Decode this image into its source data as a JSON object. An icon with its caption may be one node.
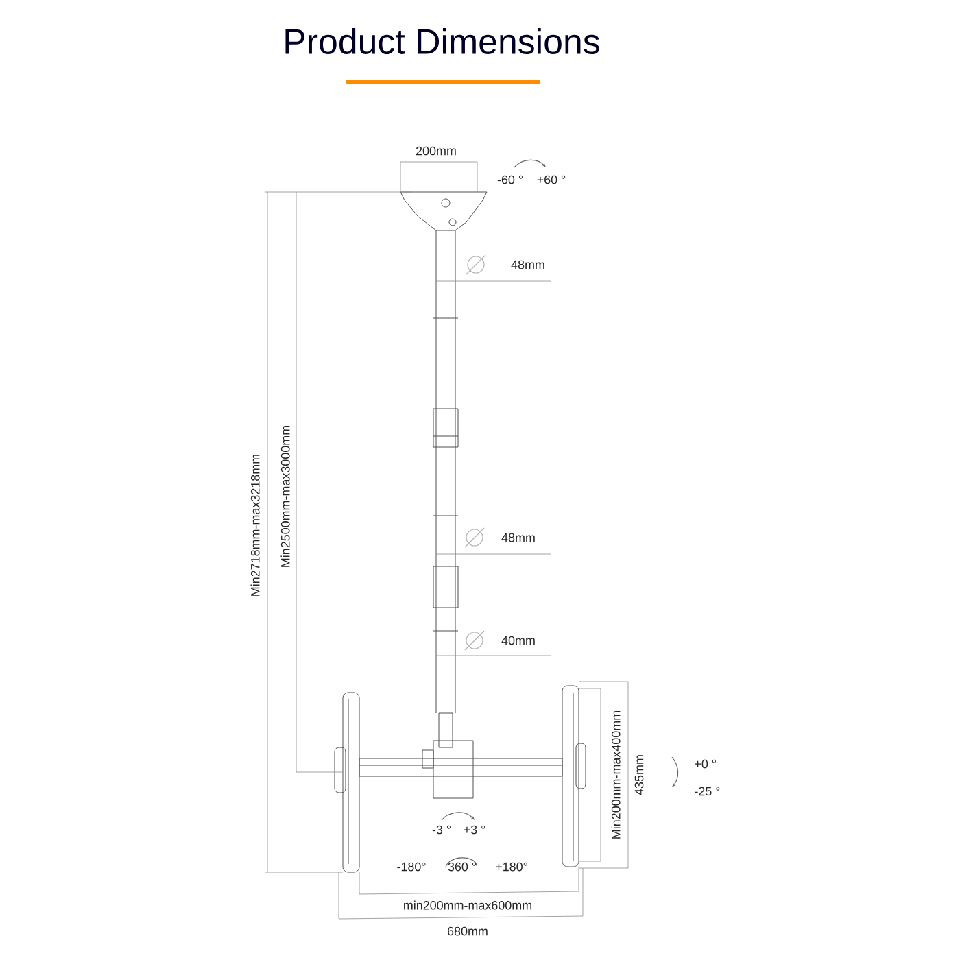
{
  "diagram": {
    "title": "Product Dimensions",
    "labels": [
      "200mm",
      "-60 °",
      "+60 °",
      "48mm",
      "Min2718mm-max3218mm",
      "Min2500mm-max3000mm",
      "48mm",
      "40mm",
      "Min200mm-max400mm",
      "435mm",
      "+0 °",
      "-25 °",
      "-3 °",
      "+3 °",
      "-180°",
      "360 °",
      "+180°",
      "min200mm-max600mm",
      "680mm"
    ]
  }
}
